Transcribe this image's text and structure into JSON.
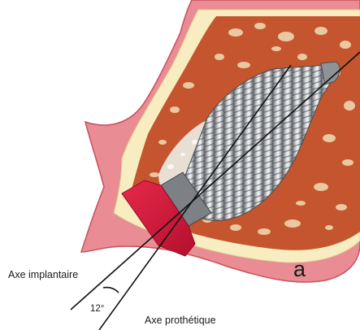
{
  "labels": {
    "implant_axis": "Axe implantaire",
    "prosthetic_axis": "Axe prothétique",
    "angle": "12°",
    "panel": "a"
  },
  "colors": {
    "gingiva": "#e98c93",
    "gingiva_dark": "#c94f5d",
    "cortical_bone": "#f7edc0",
    "cancellous_bone": "#c4552e",
    "marrow_pores": "#f1ddb4",
    "implant": "#b9bcc0",
    "soft_tissue_cuff": "#d11c3e",
    "lines": "#111111"
  },
  "icons": [
    "dental-implant-illustration"
  ]
}
